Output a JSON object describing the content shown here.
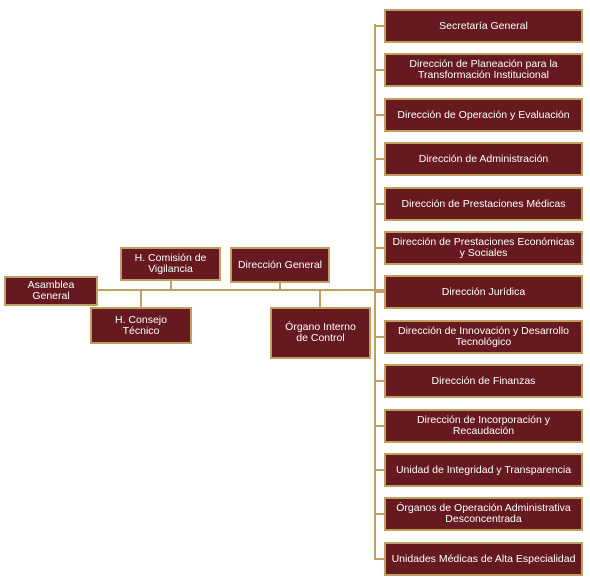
{
  "left_nodes": {
    "asamblea": "Asamblea General",
    "comision": "H. Comisión de Vigilancia",
    "consejo": "H. Consejo Técnico",
    "direccion_general": "Dirección General",
    "organo_interno": "Órgano Interno de Control"
  },
  "right_nodes": [
    "Secretaría General",
    "Dirección de Planeación para la Transformación Institucional",
    "Dirección de Operación y Evaluación",
    "Dirección de Administración",
    "Dirección de Prestaciones Médicas",
    "Dirección de Prestaciones Económicas y Sociales",
    "Dirección Jurídica",
    "Dirección de Innovación y Desarrollo Tecnológico",
    "Dirección de Finanzas",
    "Dirección de Incorporación y Recaudación",
    "Unidad de Integridad y Transparencia",
    "Órganos de Operación Administrativa Desconcentrada",
    "Unidades Médicas de Alta Especialidad"
  ],
  "colors": {
    "box_fill": "#66191e",
    "box_border": "#c0a062",
    "connector": "#c0a062",
    "text": "#ffffff"
  }
}
